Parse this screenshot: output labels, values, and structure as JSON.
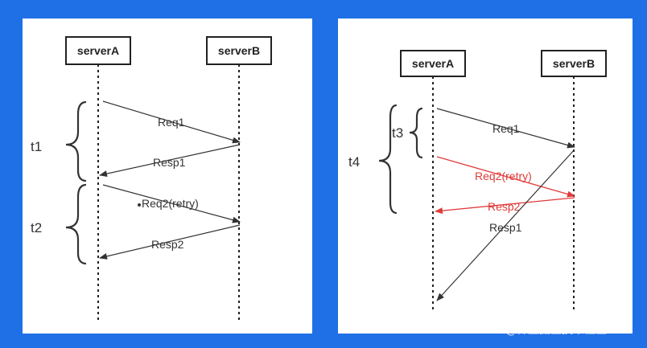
{
  "diagrams": {
    "left": {
      "server_a": "serverA",
      "server_b": "serverB",
      "messages": [
        "Req1",
        "Resp1",
        "Req2(retry)",
        "Resp2"
      ],
      "intervals": [
        "t1",
        "t2"
      ]
    },
    "right": {
      "server_a": "serverA",
      "server_b": "serverB",
      "messages": [
        "Req1",
        "Req2(retry)",
        "Resp2",
        "Resp1"
      ],
      "intervals": [
        "t3",
        "t4"
      ]
    }
  },
  "colors": {
    "background": "#1f6fe6",
    "panel": "#ffffff",
    "line": "#333333",
    "retry": "#e03a3a"
  },
  "watermark": "@稀土掘金技术社区"
}
